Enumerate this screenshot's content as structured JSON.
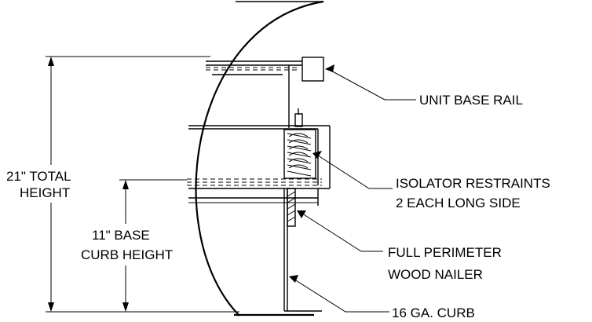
{
  "labels": {
    "unit_base_rail": "UNIT BASE RAIL",
    "isolator_line1": "ISOLATOR RESTRAINTS",
    "isolator_line2": "2 EACH LONG SIDE",
    "nailer_line1": "FULL PERIMETER",
    "nailer_line2": "WOOD NAILER",
    "curb": "16 GA. CURB",
    "total_height_line1": "21\" TOTAL",
    "total_height_line2": "HEIGHT",
    "base_curb_line1": "11\" BASE",
    "base_curb_line2": "CURB HEIGHT"
  }
}
